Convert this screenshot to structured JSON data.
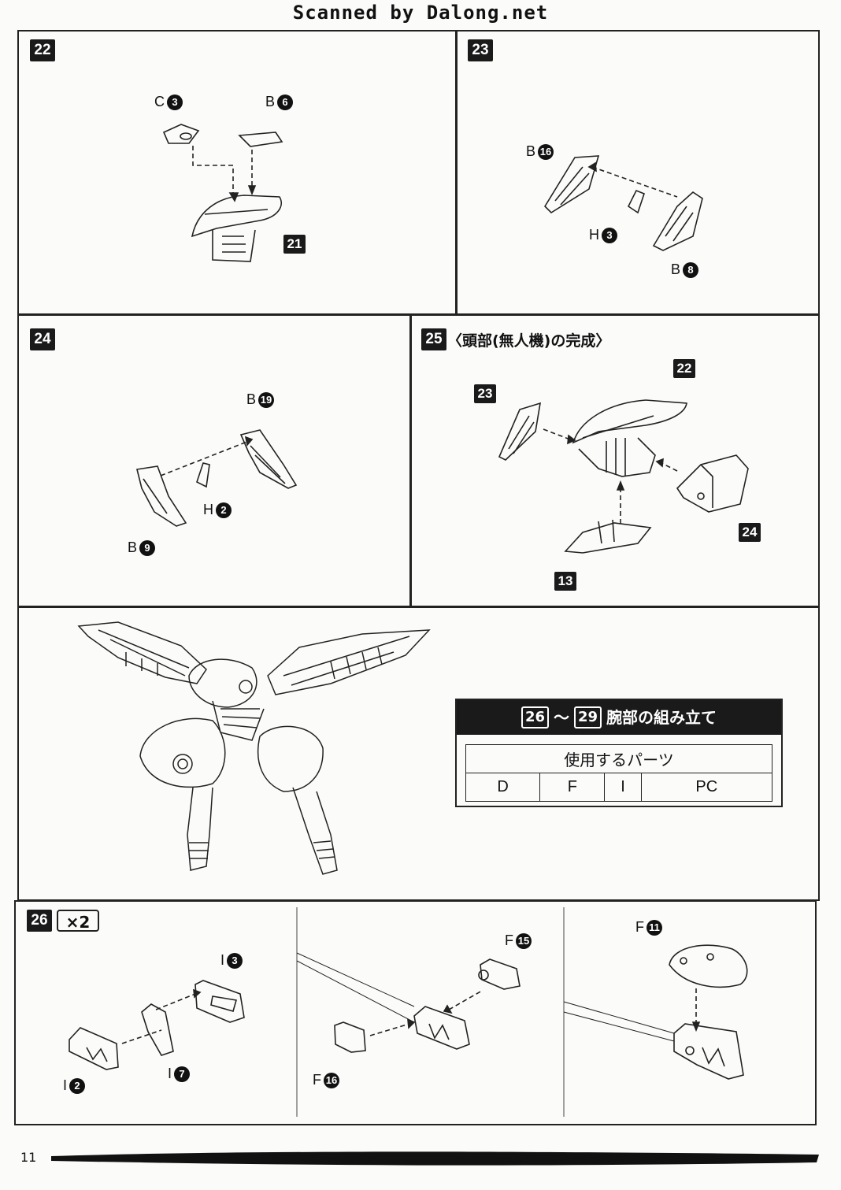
{
  "header": "Scanned by Dalong.net",
  "page_number": "11",
  "steps": {
    "s22": {
      "num": "22",
      "labels": [
        {
          "letter": "C",
          "num": "3"
        },
        {
          "letter": "B",
          "num": "6"
        }
      ],
      "ref": "21"
    },
    "s23": {
      "num": "23",
      "labels": [
        {
          "letter": "B",
          "num": "16"
        },
        {
          "letter": "H",
          "num": "3"
        },
        {
          "letter": "B",
          "num": "8"
        }
      ]
    },
    "s24": {
      "num": "24",
      "labels": [
        {
          "letter": "B",
          "num": "19"
        },
        {
          "letter": "H",
          "num": "2"
        },
        {
          "letter": "B",
          "num": "9"
        }
      ]
    },
    "s25": {
      "num": "25",
      "title": "〈頭部(無人機)の完成〉",
      "refs": [
        "22",
        "23",
        "24",
        "13"
      ]
    },
    "s26": {
      "num": "26",
      "multiplier": "×2",
      "labels": [
        {
          "letter": "I",
          "num": "3"
        },
        {
          "letter": "I",
          "num": "2"
        },
        {
          "letter": "I",
          "num": "7"
        },
        {
          "letter": "F",
          "num": "15"
        },
        {
          "letter": "F",
          "num": "16"
        },
        {
          "letter": "F",
          "num": "11"
        }
      ]
    }
  },
  "legend": {
    "range_start": "26",
    "range_sep": "～",
    "range_end": "29",
    "title": "腕部の組み立て",
    "subtitle": "使用するパーツ",
    "parts": [
      "D",
      "F",
      "I",
      "PC"
    ]
  },
  "colors": {
    "ink": "#1a1a1a",
    "paper": "#fbfbfa"
  }
}
